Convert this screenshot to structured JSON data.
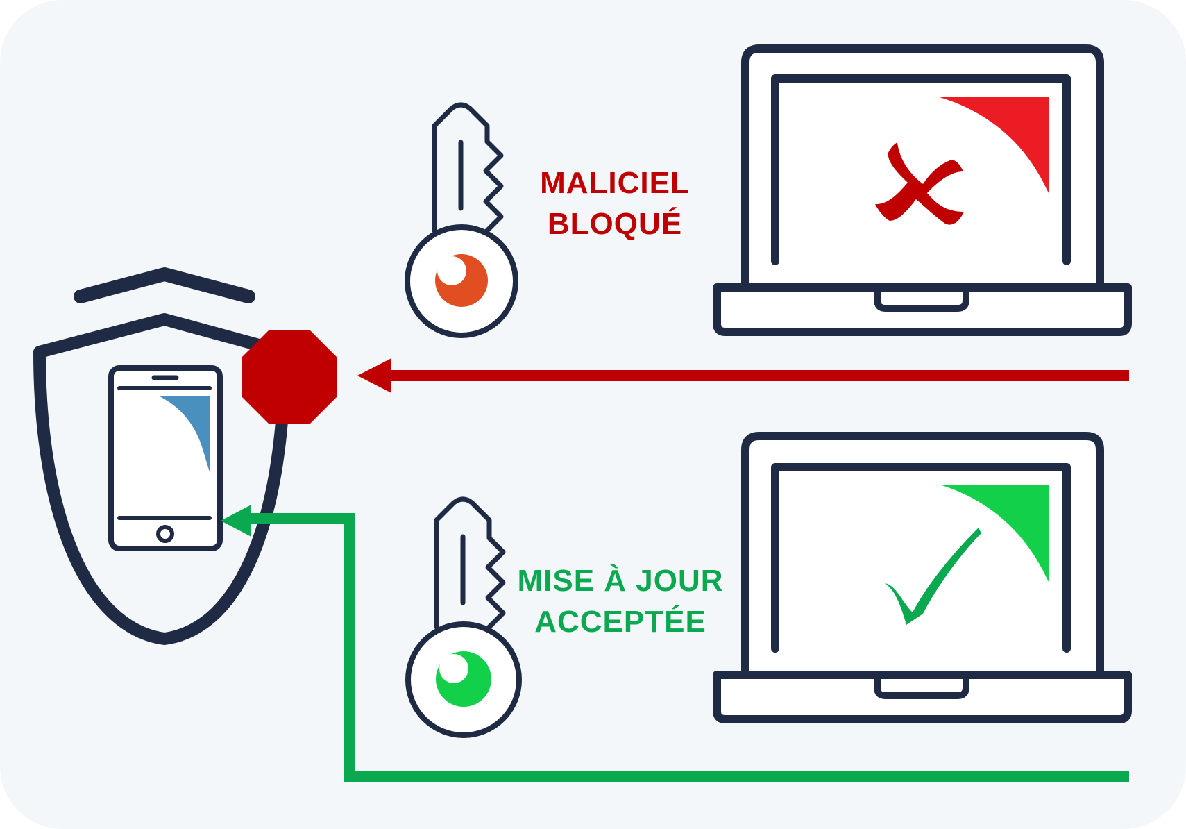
{
  "colors": {
    "background": "#f3f7fa",
    "outline": "#1f2a44",
    "blocked": "#c00000",
    "accepted": "#0aa84f",
    "corner_red": "#ec1c24",
    "corner_green": "#12d04a",
    "corner_blue": "#4a90bf",
    "key_orange": "#e04e22",
    "key_green": "#12d04a"
  },
  "icons": {
    "shield": "shield-icon",
    "phone": "smartphone-icon",
    "stop": "stop-sign-icon",
    "key": "key-icon",
    "laptop": "laptop-icon",
    "cross": "cross-mark-icon",
    "check": "check-mark-icon"
  },
  "labels": {
    "blocked_line1": "MALICIEL",
    "blocked_line2": "BLOQUÉ",
    "accepted_line1": "MISE À JOUR",
    "accepted_line2": "ACCEPTÉE"
  }
}
